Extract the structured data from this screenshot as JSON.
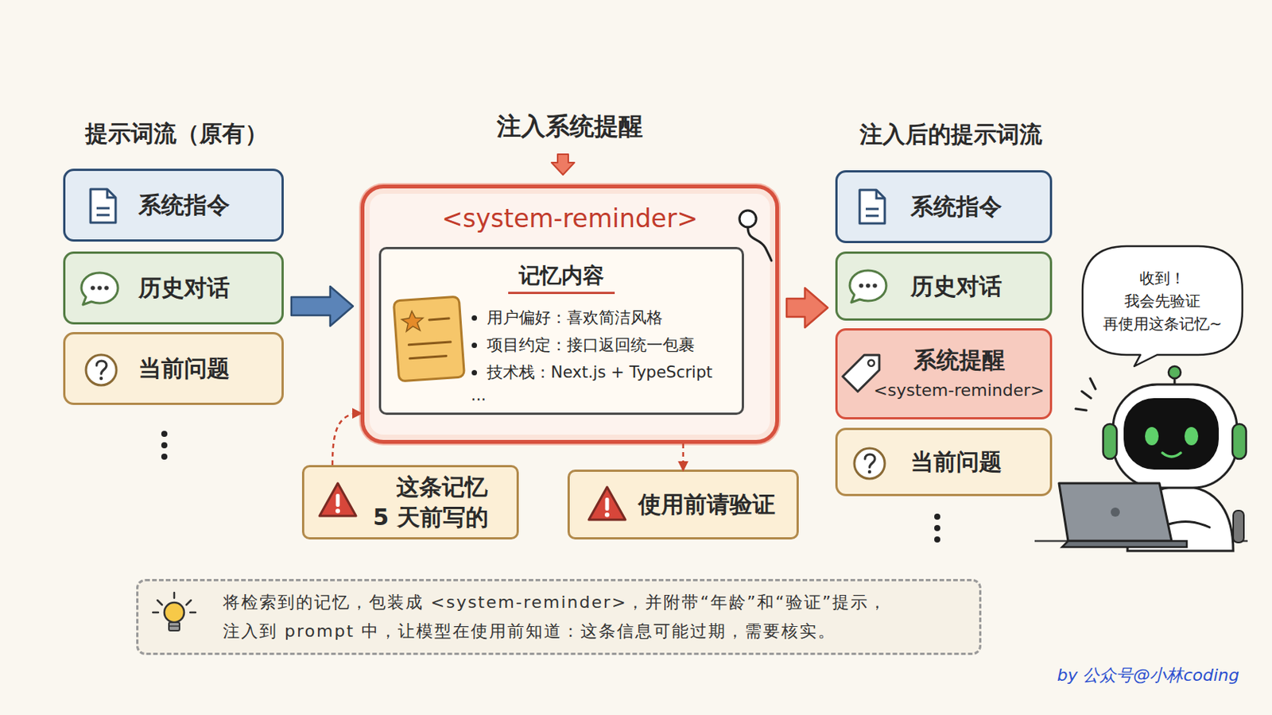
{
  "diagram": {
    "nodes": [
      {
        "text": [
          "系统指令"
        ]
      },
      {
        "text": [
          "历史对话"
        ]
      },
      {
        "text": [
          "当前问题"
        ]
      },
      {
        "text": [
          "注入系统提醒",
          "<system-reminder>"
        ]
      },
      {
        "text": [
          "记忆内容",
          "用户偏好：喜欢简洁风格",
          "项目约定：接口返回统一包裹",
          "技术栈：Next.js + TypeScript",
          "..."
        ],
        "in": 3
      },
      {
        "text": [
          "这条记忆 5 天前写的"
        ]
      },
      {
        "text": [
          "使用前请验证"
        ]
      },
      {
        "text": [
          "系统指令"
        ]
      },
      {
        "text": [
          "历史对话"
        ]
      },
      {
        "text": [
          "系统提醒",
          "<system-reminder>"
        ]
      },
      {
        "text": [
          "当前问题"
        ]
      },
      {
        "text": [
          "收到！ 我会先验证 再使用这条记忆~"
        ]
      },
      {
        "text": [
          "将检索到的记忆，包装成 <system-reminder>，并附带“年龄”和“验证”提示，注入到 prompt 中，让模型在使用前知道：这条信息可能过期，需要核实。"
        ]
      }
    ],
    "edges": [
      {
        "from": 1,
        "to": 3,
        "arrow": "to"
      },
      {
        "from": 3,
        "to": 8,
        "arrow": "to"
      },
      {
        "from": 5,
        "to": 3,
        "arrow": "to"
      },
      {
        "from": 3,
        "to": 6,
        "arrow": "to"
      }
    ],
    "labels": [
      "提示词流（原有）",
      "注入后的提示词流",
      "by 公众号@小林coding"
    ]
  }
}
